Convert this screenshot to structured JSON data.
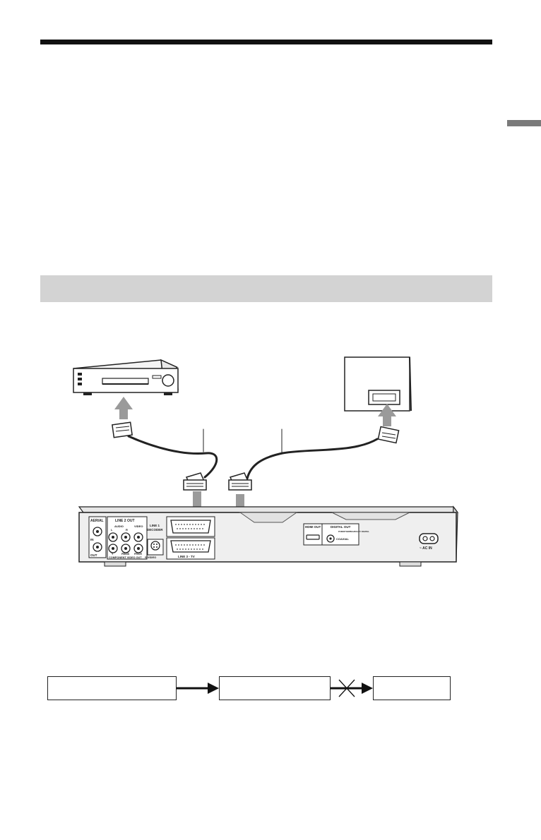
{
  "section": {
    "band_text": ""
  },
  "recorder_panel": {
    "aerial_label": "AERIAL",
    "aerial_in_label": "IN",
    "aerial_out_label": "OUT",
    "line2_out_label": "LINE 2 OUT",
    "audio_label": "AUDIO",
    "audio_l_label": "L",
    "audio_r_label": "R",
    "video_label": "VIDEO",
    "component_label": "COMPONENT VIDEO OUT",
    "y_label": "Y",
    "pb_label": "PB/CB",
    "pr_label": "PR/CR",
    "svideo_label": "S VIDEO",
    "line1_label": "LINE 1",
    "decoder_label": "DECODER",
    "line3_label": "LINE 3 - TV",
    "hdmi_label": "HDMI OUT",
    "digital_out_label": "DIGITAL OUT",
    "coaxial_label": "COAXIAL",
    "pcm_label": "PCM/DTS/MPEG/DOLBY DIGITAL",
    "ac_in_label": "~ AC IN"
  },
  "flow_diagram": {
    "box1": "",
    "box2": "",
    "box3": ""
  },
  "colors": {
    "title_rule": "#111111",
    "section_band": "#d3d3d3",
    "side_tab": "#7a7a7a",
    "arrow_grey": "#9a9a9a"
  }
}
